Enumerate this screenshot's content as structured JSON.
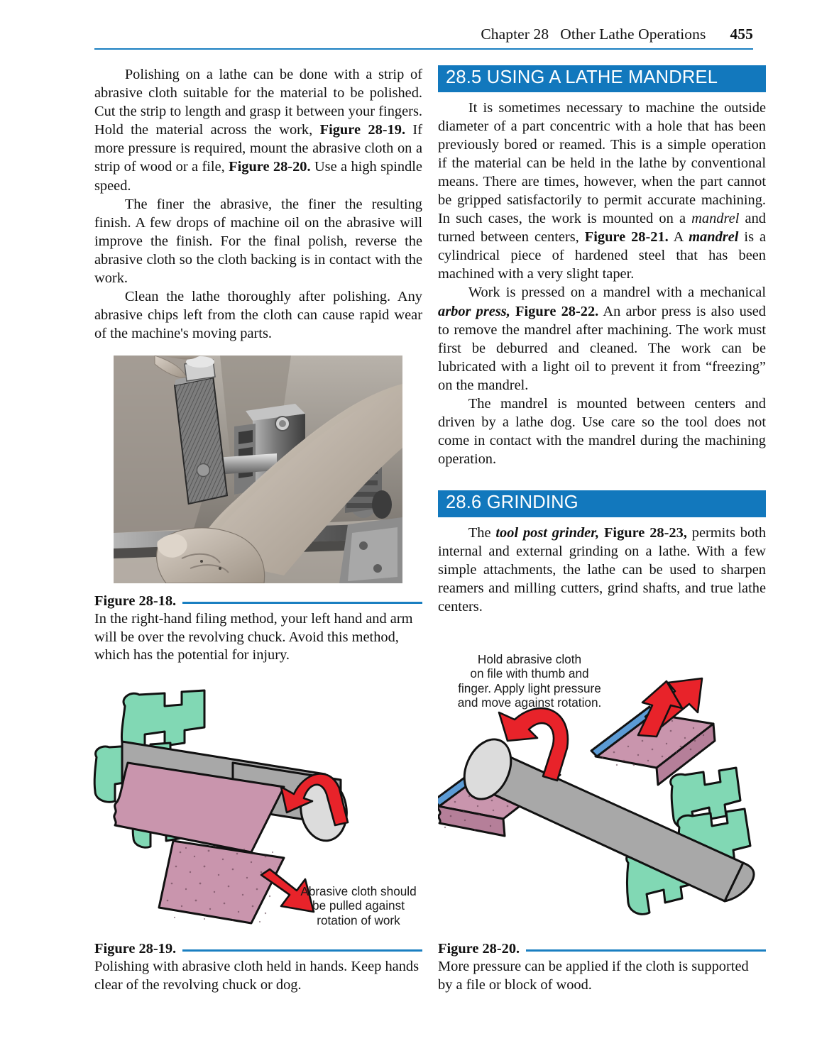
{
  "page": {
    "running_head": {
      "chapter": "Chapter 28",
      "title": "Other Lathe Operations",
      "page_number": "455"
    },
    "accent_blue": "#1278bd",
    "rule_blue": "#1a7fc1"
  },
  "left_column": {
    "paragraphs": [
      "Polishing on a lathe can be done with a strip of abrasive cloth suitable for the material to be polished. Cut the strip to length and grasp it between your fingers. Hold the material across the work, <b>Figure 28-19.</b> If more pressure is required, mount the abrasive cloth on a strip of wood or a file, <b>Figure 28-20.</b> Use a high spindle speed.",
      "The finer the abrasive, the finer the resulting finish. A few drops of machine oil on the abrasive will improve the finish. For the final polish, reverse the abrasive cloth so the cloth backing is in contact with the work.",
      "Clean the lathe thoroughly after polishing. Any abrasive chips left from the cloth can cause rapid wear of the machine's moving parts."
    ]
  },
  "right_column": {
    "sections": [
      {
        "heading": "28.5 USING A LATHE MANDREL",
        "paragraphs": [
          "It is sometimes necessary to machine the outside diameter of a part concentric with a hole that has been previously bored or reamed. This is a simple operation if the material can be held in the lathe by conventional means. There are times, however, when the part cannot be gripped satisfactorily to permit accurate machining. In such cases, the work is mounted on a <i>mandrel</i> and turned between centers, <b>Figure 28-21.</b> A <bi>mandrel</bi> is a cylindrical piece of hardened steel that has been machined with a very slight taper.",
          "Work is pressed on a mandrel with a mechanical <bi>arbor press,</bi> <b>Figure 28-22.</b> An arbor press is also used to remove the mandrel after machining. The work must first be deburred and cleaned. The work can be lubricated with a light oil to prevent it from “freezing” on the mandrel.",
          "The mandrel is mounted between centers and driven by a lathe dog. Use care so the tool does not come in contact with the mandrel during the machining operation."
        ]
      },
      {
        "heading": "28.6 GRINDING",
        "paragraphs": [
          "The <bi>tool post grinder,</bi> <b>Figure 28-23,</b> permits both internal and external grinding on a lathe. With a few simple attachments, the lathe can be used to sharpen reamers and milling cutters, grind shafts, and true lathe centers."
        ]
      }
    ]
  },
  "figures": [
    {
      "id": "figure-28-18",
      "label": "Figure 28-18.",
      "caption": "In the right-hand filing method, your left hand and arm will be over the revolving chuck. Avoid this method, which has the potential for injury.",
      "media": "black-and-white-photo-hand-filing-on-lathe"
    },
    {
      "id": "figure-28-19",
      "label": "Figure 28-19.",
      "caption": "Polishing with abrasive cloth held in hands. Keep hands clear of the revolving chuck or dog.",
      "media": "line-art-abrasive-cloth-on-rotating-work",
      "annotation": "Abrasive cloth should\nbe pulled against\nrotation of work"
    },
    {
      "id": "figure-28-20",
      "label": "Figure 28-20.",
      "caption": "More pressure can be applied if the cloth is supported by a file or block of wood.",
      "media": "line-art-abrasive-cloth-on-file",
      "annotation": "Hold abrasive cloth\non file with thumb and\nfinger. Apply light pressure\nand move against rotation."
    }
  ],
  "art_colors": {
    "chuck_green": "#81d8b4",
    "chuck_green_shade": "#6cc6a1",
    "work_gray": "#a8a8a8",
    "work_gray_light": "#d9d9d9",
    "cloth_pink": "#c995ad",
    "cloth_pink_dark": "#b57f99",
    "file_blue": "#5b9bd5",
    "arrow_red": "#e8232a",
    "outline": "#111111"
  }
}
